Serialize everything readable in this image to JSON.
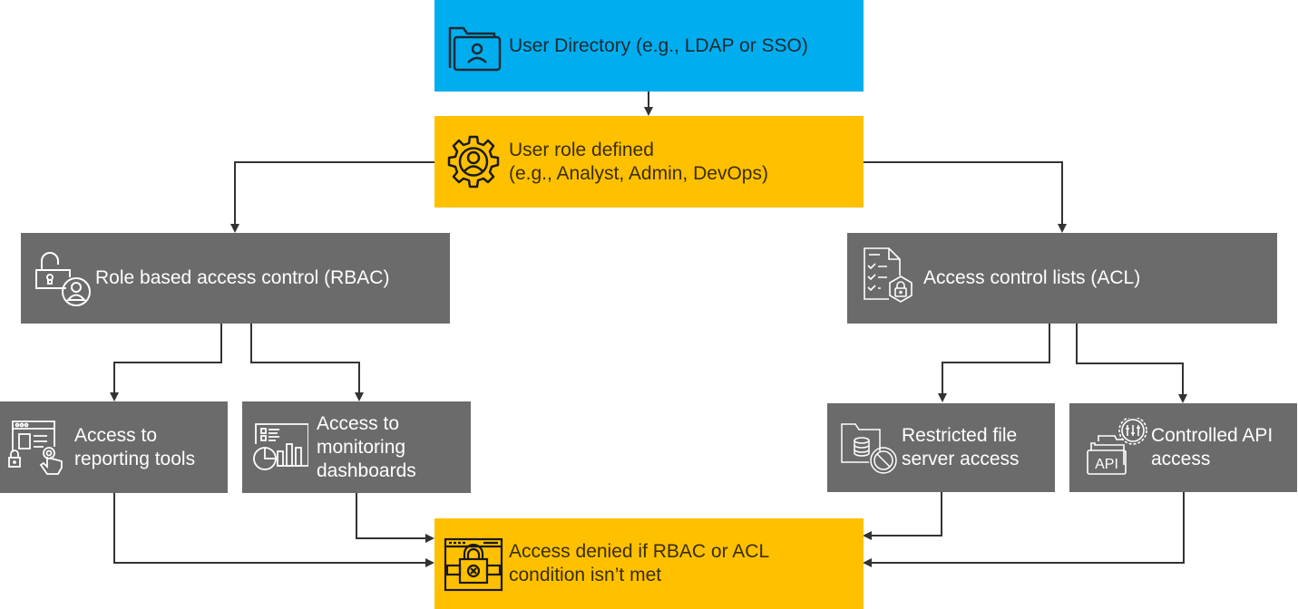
{
  "diagram": {
    "colors": {
      "source": "#00AEEF",
      "decision": "#FFC000",
      "process": "#6B6B6B",
      "connector": "#333333"
    },
    "nodes": {
      "user_directory": {
        "label": "User Directory (e.g., LDAP or SSO)",
        "icon": "user-folder-icon"
      },
      "user_role": {
        "label": "User role defined\n(e.g., Analyst, Admin, DevOps)",
        "icon": "gear-user-icon"
      },
      "rbac": {
        "label": "Role based access control (RBAC)",
        "icon": "unlocked-padlock-user-icon"
      },
      "acl": {
        "label": "Access control lists (ACL)",
        "icon": "checklist-shield-lock-icon"
      },
      "reporting_tools": {
        "label": "Access to\nreporting tools",
        "icon": "browser-lock-pointer-icon"
      },
      "monitoring_dashboards": {
        "label": "Access to\nmonitoring\ndashboards",
        "icon": "dashboard-chart-icon"
      },
      "restricted_file_server": {
        "label": "Restricted file\nserver access",
        "icon": "folder-database-blocked-icon"
      },
      "controlled_api": {
        "label": "Controlled API\naccess",
        "icon": "api-gear-icon"
      },
      "access_denied": {
        "label": "Access denied if RBAC or ACL\ncondition isn’t met",
        "icon": "browser-padlock-denied-icon"
      }
    },
    "edges": [
      {
        "from": "user_directory",
        "to": "user_role"
      },
      {
        "from": "user_role",
        "to": "rbac"
      },
      {
        "from": "user_role",
        "to": "acl"
      },
      {
        "from": "rbac",
        "to": "reporting_tools"
      },
      {
        "from": "rbac",
        "to": "monitoring_dashboards"
      },
      {
        "from": "acl",
        "to": "restricted_file_server"
      },
      {
        "from": "acl",
        "to": "controlled_api"
      },
      {
        "from": "reporting_tools",
        "to": "access_denied"
      },
      {
        "from": "monitoring_dashboards",
        "to": "access_denied"
      },
      {
        "from": "restricted_file_server",
        "to": "access_denied"
      },
      {
        "from": "controlled_api",
        "to": "access_denied"
      }
    ]
  }
}
